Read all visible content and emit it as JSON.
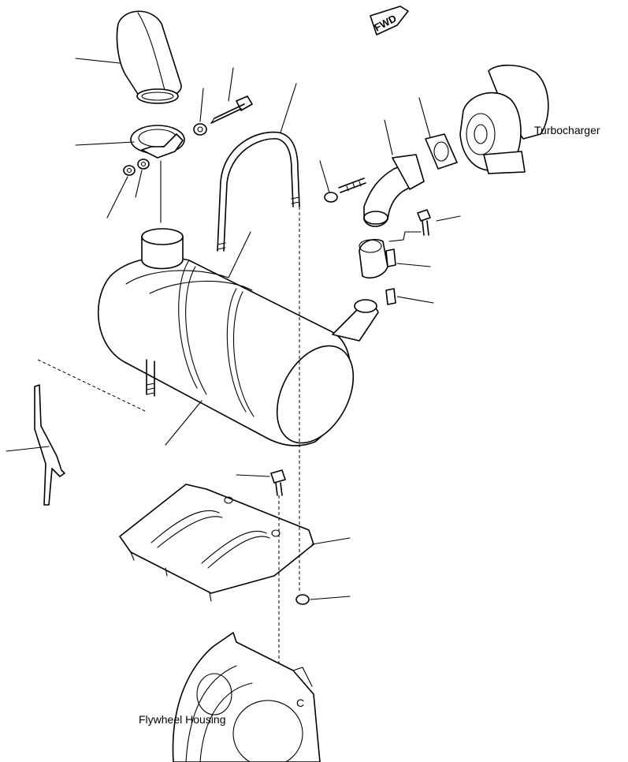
{
  "diagram": {
    "labels": {
      "turbocharger": "Turbocharger",
      "flywheel_housing": "Flywheel Housing",
      "fwd": "FWD",
      "view_letter": "C"
    }
  }
}
